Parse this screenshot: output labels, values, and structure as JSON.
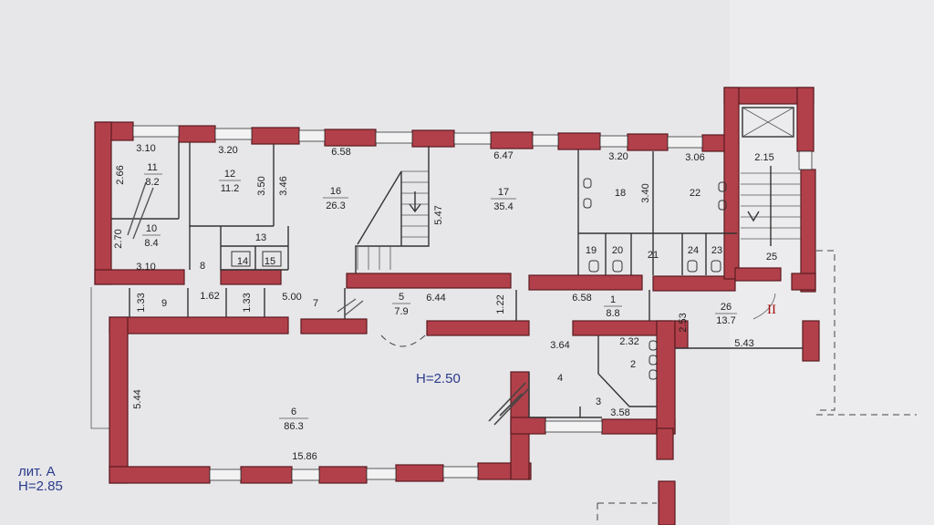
{
  "heights": {
    "floor_height": "H=2.50",
    "litera_line1": "лит. А",
    "litera_line2": "H=2.85"
  },
  "roman_numeral": "II",
  "rooms": {
    "r1": {
      "num": "1",
      "area": "8.8"
    },
    "r2": {
      "num": "2"
    },
    "r3": {
      "num": "3"
    },
    "r4": {
      "num": "4"
    },
    "r5": {
      "num": "5",
      "area": "7.9"
    },
    "r6": {
      "num": "6",
      "area": "86.3"
    },
    "r7": {
      "num": "7"
    },
    "r8": {
      "num": "8"
    },
    "r9": {
      "num": "9"
    },
    "r10": {
      "num": "10",
      "area": "8.4"
    },
    "r11": {
      "num": "11",
      "area": "8.2"
    },
    "r12": {
      "num": "12",
      "area": "11.2"
    },
    "r13": {
      "num": "13"
    },
    "r14": {
      "num": "14"
    },
    "r15": {
      "num": "15"
    },
    "r16": {
      "num": "16",
      "area": "26.3"
    },
    "r17": {
      "num": "17",
      "area": "35.4"
    },
    "r18": {
      "num": "18"
    },
    "r19": {
      "num": "19"
    },
    "r20": {
      "num": "20"
    },
    "r21": {
      "num": "21"
    },
    "r22": {
      "num": "22"
    },
    "r23": {
      "num": "23"
    },
    "r24": {
      "num": "24"
    },
    "r25": {
      "num": "25"
    },
    "r26": {
      "num": "26",
      "area": "13.7"
    }
  },
  "dimensions": {
    "d_310_top": "3.10",
    "d_320_a": "3.20",
    "d_658_top": "6.58",
    "d_647": "6.47",
    "d_320_b": "3.20",
    "d_306": "3.06",
    "d_215": "2.15",
    "d_266": "2.66",
    "d_270": "2.70",
    "d_350": "3.50",
    "d_346": "3.46",
    "d_547": "5.47",
    "d_340": "3.40",
    "d_310_bot": "3.10",
    "d_133_a": "1.33",
    "d_162": "1.62",
    "d_133_b": "1.33",
    "d_500": "5.00",
    "d_644": "6.44",
    "d_122": "1.22",
    "d_658_corr": "6.58",
    "d_253": "2.53",
    "d_543": "5.43",
    "d_364": "3.64",
    "d_232": "2.32",
    "d_358": "3.58",
    "d_544": "5.44",
    "d_1586": "15.86"
  }
}
